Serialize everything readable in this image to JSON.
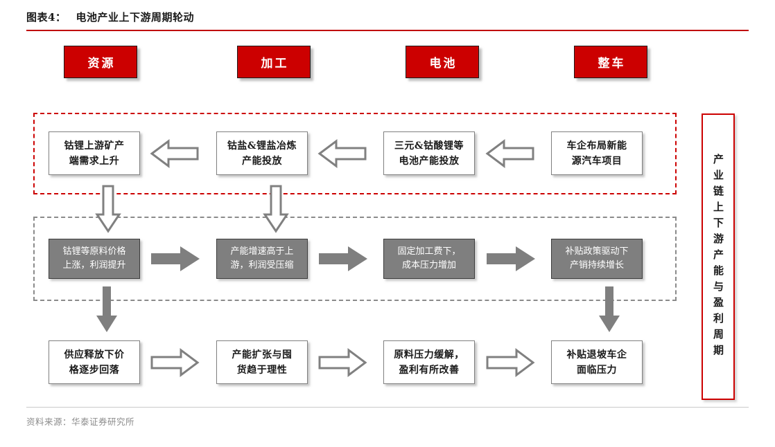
{
  "figure": {
    "number": "图表4：",
    "title": "电池产业上下游周期轮动",
    "rule_color": "#c00000"
  },
  "categories": [
    {
      "label": "资源"
    },
    {
      "label": "加工"
    },
    {
      "label": "电池"
    },
    {
      "label": "整车"
    }
  ],
  "regions": {
    "upstream": {
      "style": "dashed",
      "color": "#cc0000"
    },
    "midstream": {
      "style": "dashed",
      "color": "#8a8a8a"
    }
  },
  "rows": {
    "row1": {
      "boxes": [
        {
          "line1": "钴锂上游矿产",
          "line2": "端需求上升"
        },
        {
          "line1": "钴盐&锂盐冶炼",
          "line2": "产能投放"
        },
        {
          "line1": "三元&钴酸锂等",
          "line2": "电池产能投放"
        },
        {
          "line1": "车企布局新能",
          "line2": "源汽车项目"
        }
      ],
      "arrow_direction": "left",
      "arrow_style": "hollow"
    },
    "row2": {
      "boxes": [
        {
          "line1": "钴锂等原料价格",
          "line2": "上涨，利润提升"
        },
        {
          "line1": "产能增速高于上",
          "line2": "游，利润受压缩"
        },
        {
          "line1": "固定加工费下，",
          "line2": "成本压力增加"
        },
        {
          "line1": "补贴政策驱动下",
          "line2": "产销持续增长"
        }
      ],
      "arrow_direction": "right",
      "arrow_style": "solid",
      "box_fill": "#7f7f7f"
    },
    "row3": {
      "boxes": [
        {
          "line1": "供应释放下价",
          "line2": "格逐步回落"
        },
        {
          "line1": "产能扩张与囤",
          "line2": "货趋于理性"
        },
        {
          "line1": "原料压力缓解，",
          "line2": "盈利有所改善"
        },
        {
          "line1": "补贴退坡车企",
          "line2": "面临压力"
        }
      ],
      "arrow_direction": "right",
      "arrow_style": "hollow"
    }
  },
  "vertical_label": {
    "text": "产业链上下游产能与盈利周期",
    "border_color": "#cc0000"
  },
  "footer": {
    "source": "资料来源：华泰证券研究所"
  }
}
